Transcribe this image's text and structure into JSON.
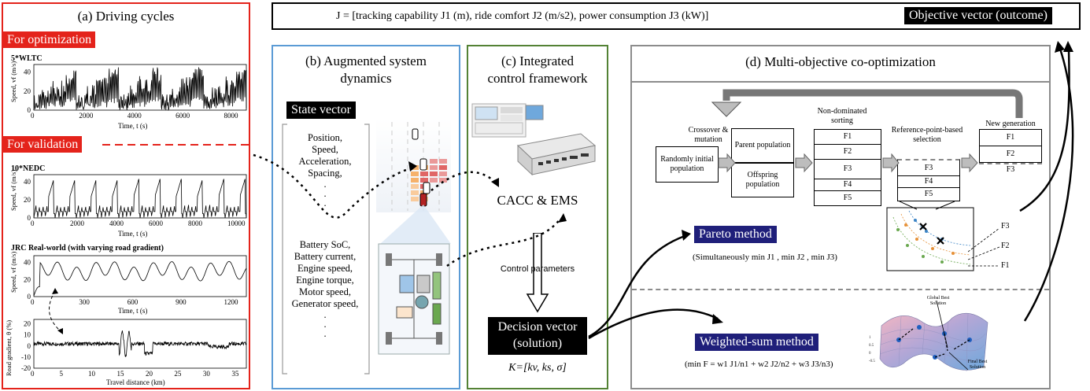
{
  "objective": {
    "formula": "J = [tracking capability J1 (m), ride comfort J2 (m/s2), power consumption J3 (kW)]",
    "tag": "Objective vector (outcome)"
  },
  "panel_a": {
    "title": "(a) Driving cycles",
    "opt_tag": "For optimization",
    "val_tag": "For validation",
    "wltc": {
      "title": "5*WLTC",
      "ylabel": "Speed, vf (m/s)",
      "xlabel": "Time, t (s)",
      "xticks": [
        "0",
        "2000",
        "4000",
        "6000",
        "8000"
      ],
      "yticks": [
        "0",
        "20",
        "40"
      ]
    },
    "nedc": {
      "title": "10*NEDC",
      "ylabel": "Speed, vf (m/s)",
      "xlabel": "Time, t (s)",
      "xticks": [
        "0",
        "2000",
        "4000",
        "6000",
        "8000",
        "10000"
      ],
      "yticks": [
        "0",
        "20",
        "40"
      ]
    },
    "jrc": {
      "title": "JRC Real-world (with varying road gradient)",
      "ylabel": "Speed, vf (m/s)",
      "xlabel": "Time, t (s)",
      "xticks": [
        "0",
        "300",
        "600",
        "900",
        "1200"
      ],
      "yticks": [
        "0",
        "20",
        "40"
      ]
    },
    "grad": {
      "ylabel": "Road gradient, θ (%)",
      "xlabel": "Travel distance (km)",
      "xticks": [
        "0",
        "5",
        "10",
        "15",
        "20",
        "25",
        "30",
        "35"
      ],
      "yticks": [
        "-20",
        "-10",
        "0",
        "10",
        "20"
      ]
    }
  },
  "panel_b": {
    "title_line1": "(b) Augmented system",
    "title_line2": "dynamics",
    "state_tag": "State vector",
    "states_top": [
      "Position,",
      "Speed,",
      "Acceleration,",
      "Spacing,"
    ],
    "states_bottom": [
      "Battery SoC,",
      "Battery current,",
      "Engine speed,",
      "Engine torque,",
      "Motor speed,",
      "Generator speed,"
    ],
    "dots": "."
  },
  "panel_c": {
    "title_line1": "(c) Integrated",
    "title_line2": "control framework",
    "cacc": "CACC & EMS",
    "control_params": "Control parameters",
    "decision_line1": "Decision vector",
    "decision_line2": "(solution)",
    "k_formula": "K=[kv, ks, σ]"
  },
  "panel_d": {
    "title": "(d) Multi-objective co-optimization",
    "crossover": "Crossover & mutation",
    "random_init": "Randomly initial population",
    "parent": "Parent population",
    "offspring": "Offspring population",
    "nondominated": "Non-dominated sorting",
    "refpoint": "Reference-point-based selection",
    "newgen": "New generation",
    "fronts": [
      "F1",
      "F2",
      "F3",
      "F4",
      "F5"
    ],
    "pareto_tag": "Pareto method",
    "pareto_formula": "(Simultaneously min J1 , min J2 , min J3)",
    "pareto_fronts": [
      "F3",
      "F2",
      "F1"
    ],
    "weighted_tag": "Weighted-sum method",
    "weighted_formula": "(min F = w1 J1/n1 + w2 J2/n2 + w3 J3/n3)",
    "global_best": "Global Best Solution",
    "final_best": "Final Best Solution"
  },
  "colors": {
    "panel_a": "#e4231b",
    "panel_b": "#5b9bd5",
    "panel_c": "#548235",
    "panel_d": "#8c8c8c",
    "navy": "#1f1f7a"
  }
}
